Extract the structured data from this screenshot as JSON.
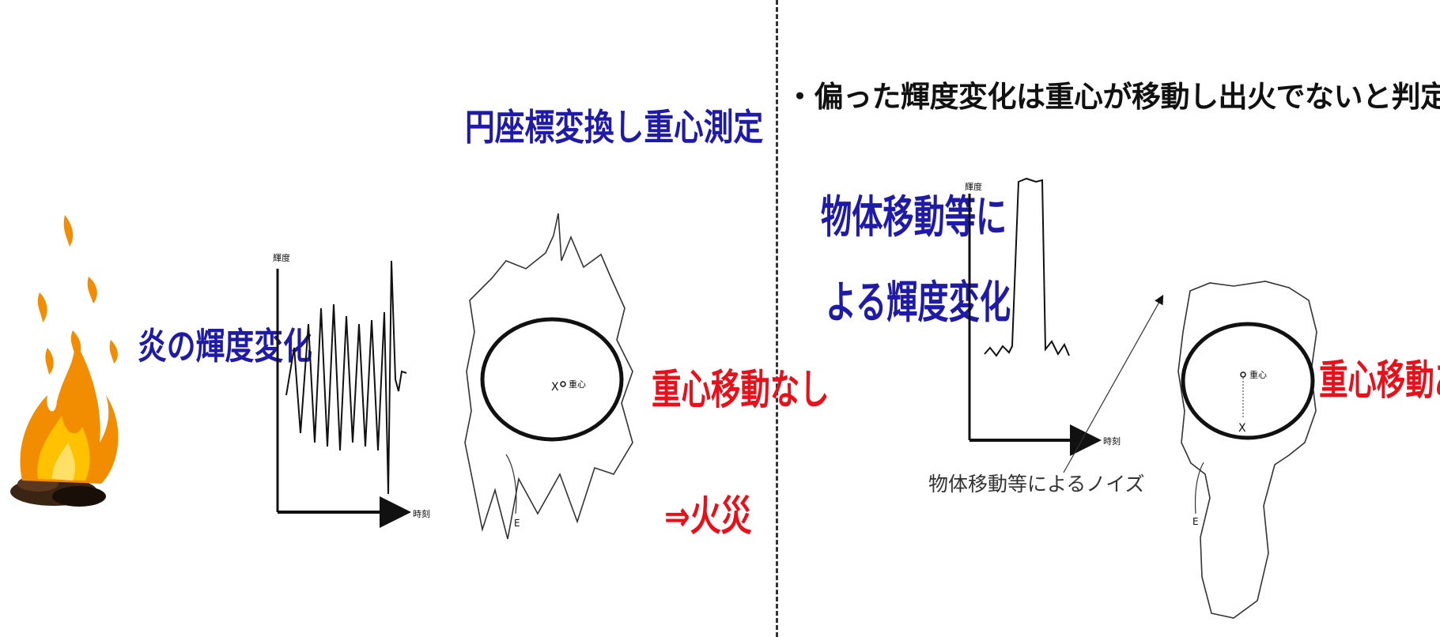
{
  "left": {
    "title": "円座標変換し重心測定",
    "flame_label": "炎の輝度変化",
    "result_line1": "重心移動なし",
    "result_line2": "⇒火災",
    "graph": {
      "y_axis_label": "輝度",
      "x_axis_label": "時刻"
    },
    "ellipse": {
      "centroid_label": "重心",
      "centroid_x_mark": "X",
      "edge_label": "E"
    }
  },
  "right": {
    "heading": "・偏った輝度変化は重心が移動し出火でないと判定",
    "source_label_line1": "物体移動等に",
    "source_label_line2": "よる輝度変化",
    "noise_caption": "物体移動等によるノイズ",
    "result": "重心移動あり",
    "graph": {
      "y_axis_label": "輝度",
      "x_axis_label": "時刻"
    },
    "ellipse": {
      "centroid_label": "重心",
      "centroid_x_mark": "X",
      "edge_label": "E"
    }
  },
  "colors": {
    "title_blue": "#1f1aa8",
    "result_red": "#e8101a",
    "flame_orange": "#f28c00"
  }
}
